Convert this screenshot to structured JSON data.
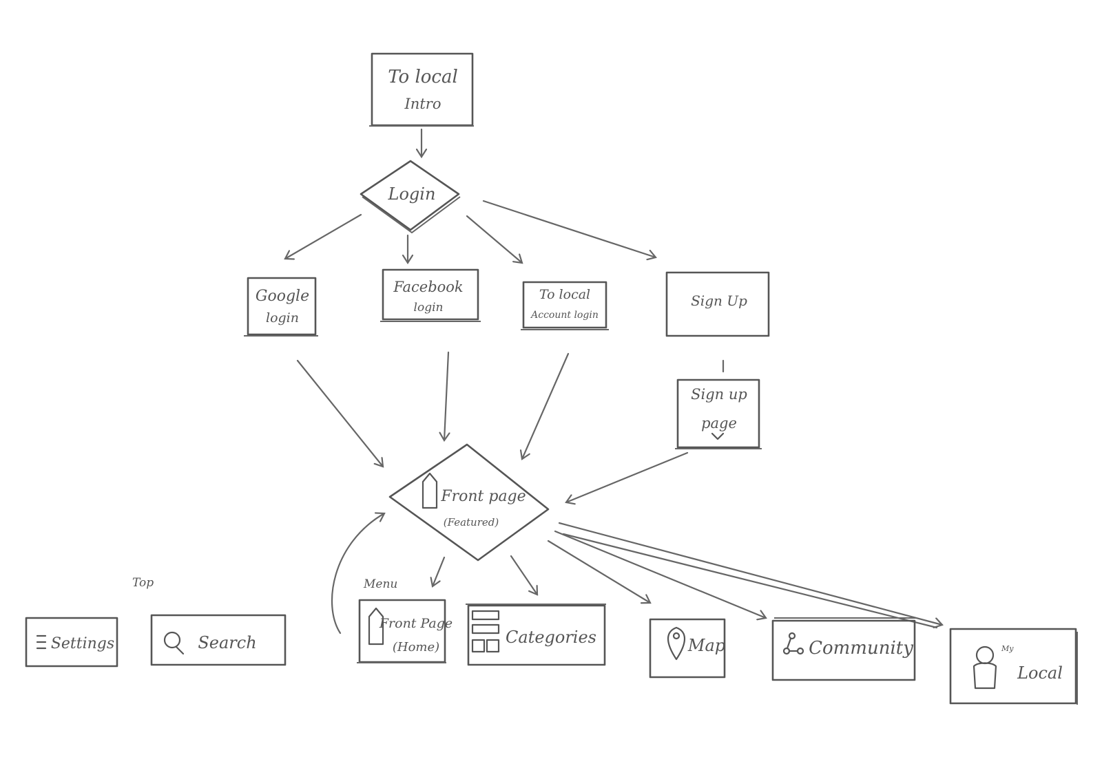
{
  "nodes": {
    "intro": [
      "To local",
      "Intro"
    ],
    "login": [
      "Login"
    ],
    "google": [
      "Google",
      "login"
    ],
    "facebook": [
      "Facebook",
      "login"
    ],
    "account": [
      "To local",
      "Account login"
    ],
    "signup": [
      "Sign Up"
    ],
    "signup_page": [
      "Sign up",
      "page"
    ],
    "front": [
      "Front page",
      "(Featured)"
    ],
    "menu_front": [
      "Front Page",
      "(Home)"
    ],
    "categories": [
      "Categories"
    ],
    "map": [
      "Map"
    ],
    "community": [
      "Community"
    ],
    "my_local": [
      "Local"
    ],
    "my_local_tag": "My",
    "settings": [
      "Settings"
    ],
    "search": [
      "Search"
    ]
  },
  "section_labels": {
    "top": "Top",
    "menu": "Menu"
  },
  "edges": [
    [
      "intro",
      "login"
    ],
    [
      "login",
      "google"
    ],
    [
      "login",
      "facebook"
    ],
    [
      "login",
      "account"
    ],
    [
      "login",
      "signup"
    ],
    [
      "google",
      "front"
    ],
    [
      "facebook",
      "front"
    ],
    [
      "account",
      "front"
    ],
    [
      "signup",
      "signup_page"
    ],
    [
      "signup_page",
      "front"
    ],
    [
      "front",
      "menu_front"
    ],
    [
      "front",
      "categories"
    ],
    [
      "front",
      "map"
    ],
    [
      "front",
      "community"
    ],
    [
      "front",
      "my_local"
    ],
    [
      "menu_front",
      "front"
    ]
  ],
  "icons": {
    "menu_front": "house-icon",
    "front": "house-icon",
    "categories": "layout-grid-icon",
    "map": "map-pin-icon",
    "community": "network-icon",
    "my_local": "person-icon",
    "settings": "hamburger-menu-icon",
    "search": "magnifier-icon",
    "signup_page": "heart-icon"
  },
  "colors": {
    "ink": "#555555",
    "paper": "#ffffff"
  }
}
